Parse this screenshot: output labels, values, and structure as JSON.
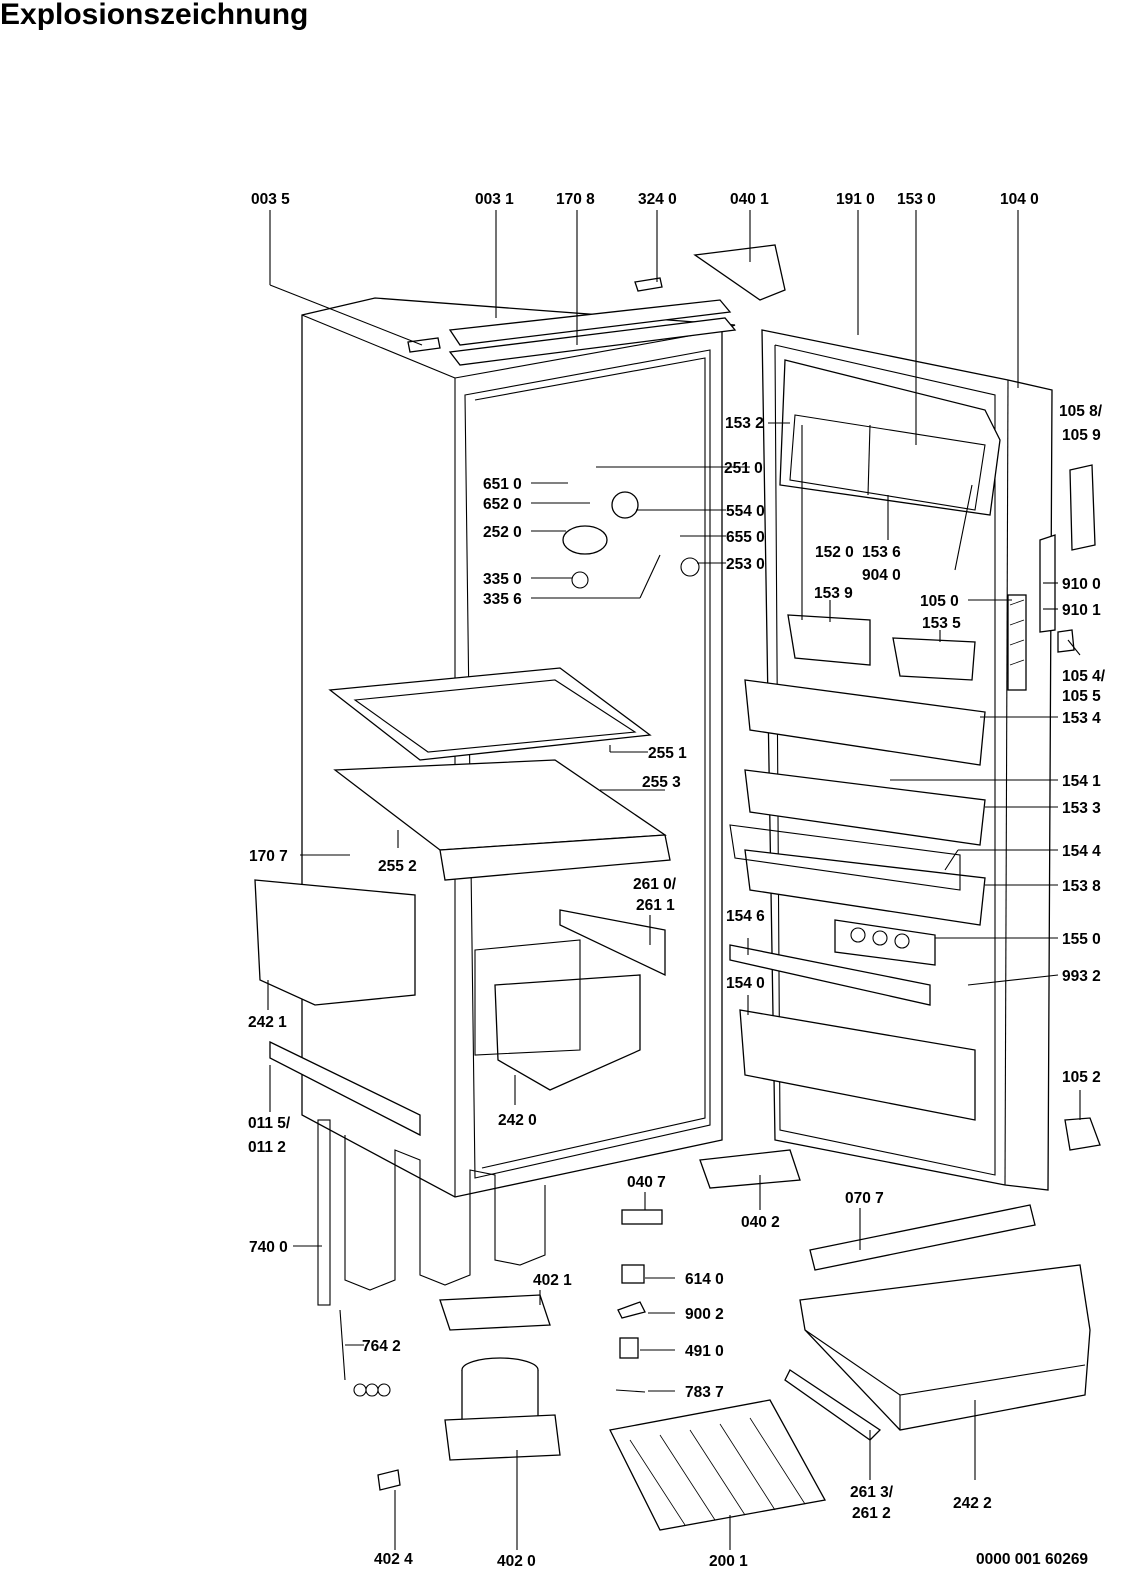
{
  "title": "Explosionszeichnung",
  "part_labels": {
    "p0035": "003 5",
    "p0031": "003 1",
    "p1708": "170 8",
    "p3240": "324 0",
    "p0401": "040 1",
    "p1910": "191 0",
    "p1530": "153 0",
    "p1040": "104 0",
    "p1058": "105 8/",
    "p1059": "105 9",
    "p1532": "153 2",
    "p2510": "251 0",
    "p6510": "651 0",
    "p6520": "652 0",
    "p5540": "554 0",
    "p2520": "252 0",
    "p6550": "655 0",
    "p1520": "152 0",
    "p1536": "153 6",
    "p2530": "253 0",
    "p9040": "904 0",
    "p3350": "335 0",
    "p3356": "335 6",
    "p9100": "910 0",
    "p1539": "153 9",
    "p1050": "105 0",
    "p9101": "910 1",
    "p1535": "153 5",
    "p1054": "105 4/",
    "p1055": "105 5",
    "p1534": "153 4",
    "p2551": "255 1",
    "p2553": "255 3",
    "p1541": "154 1",
    "p1533": "153 3",
    "p1707": "170 7",
    "p2552": "255 2",
    "p1544": "154 4",
    "p1538": "153 8",
    "p2610": "261 0/",
    "p2611": "261 1",
    "p1546": "154 6",
    "p1550": "155 0",
    "p9932": "993 2",
    "p2421": "242 1",
    "p1540": "154 0",
    "p1052": "105 2",
    "p0115": "011 5/",
    "p0112": "011 2",
    "p2420": "242 0",
    "p0407": "040 7",
    "p0402": "040 2",
    "p0707": "070 7",
    "p7400": "740 0",
    "p4021": "402 1",
    "p6140": "614 0",
    "p9002": "900 2",
    "p7642": "764 2",
    "p4910": "491 0",
    "p7837": "783 7",
    "p2613": "261 3/",
    "p2612": "261 2",
    "p2422": "242 2",
    "p4024": "402 4",
    "p4020": "402 0",
    "p2001": "200 1",
    "doc_number": "0000 001 60269"
  }
}
